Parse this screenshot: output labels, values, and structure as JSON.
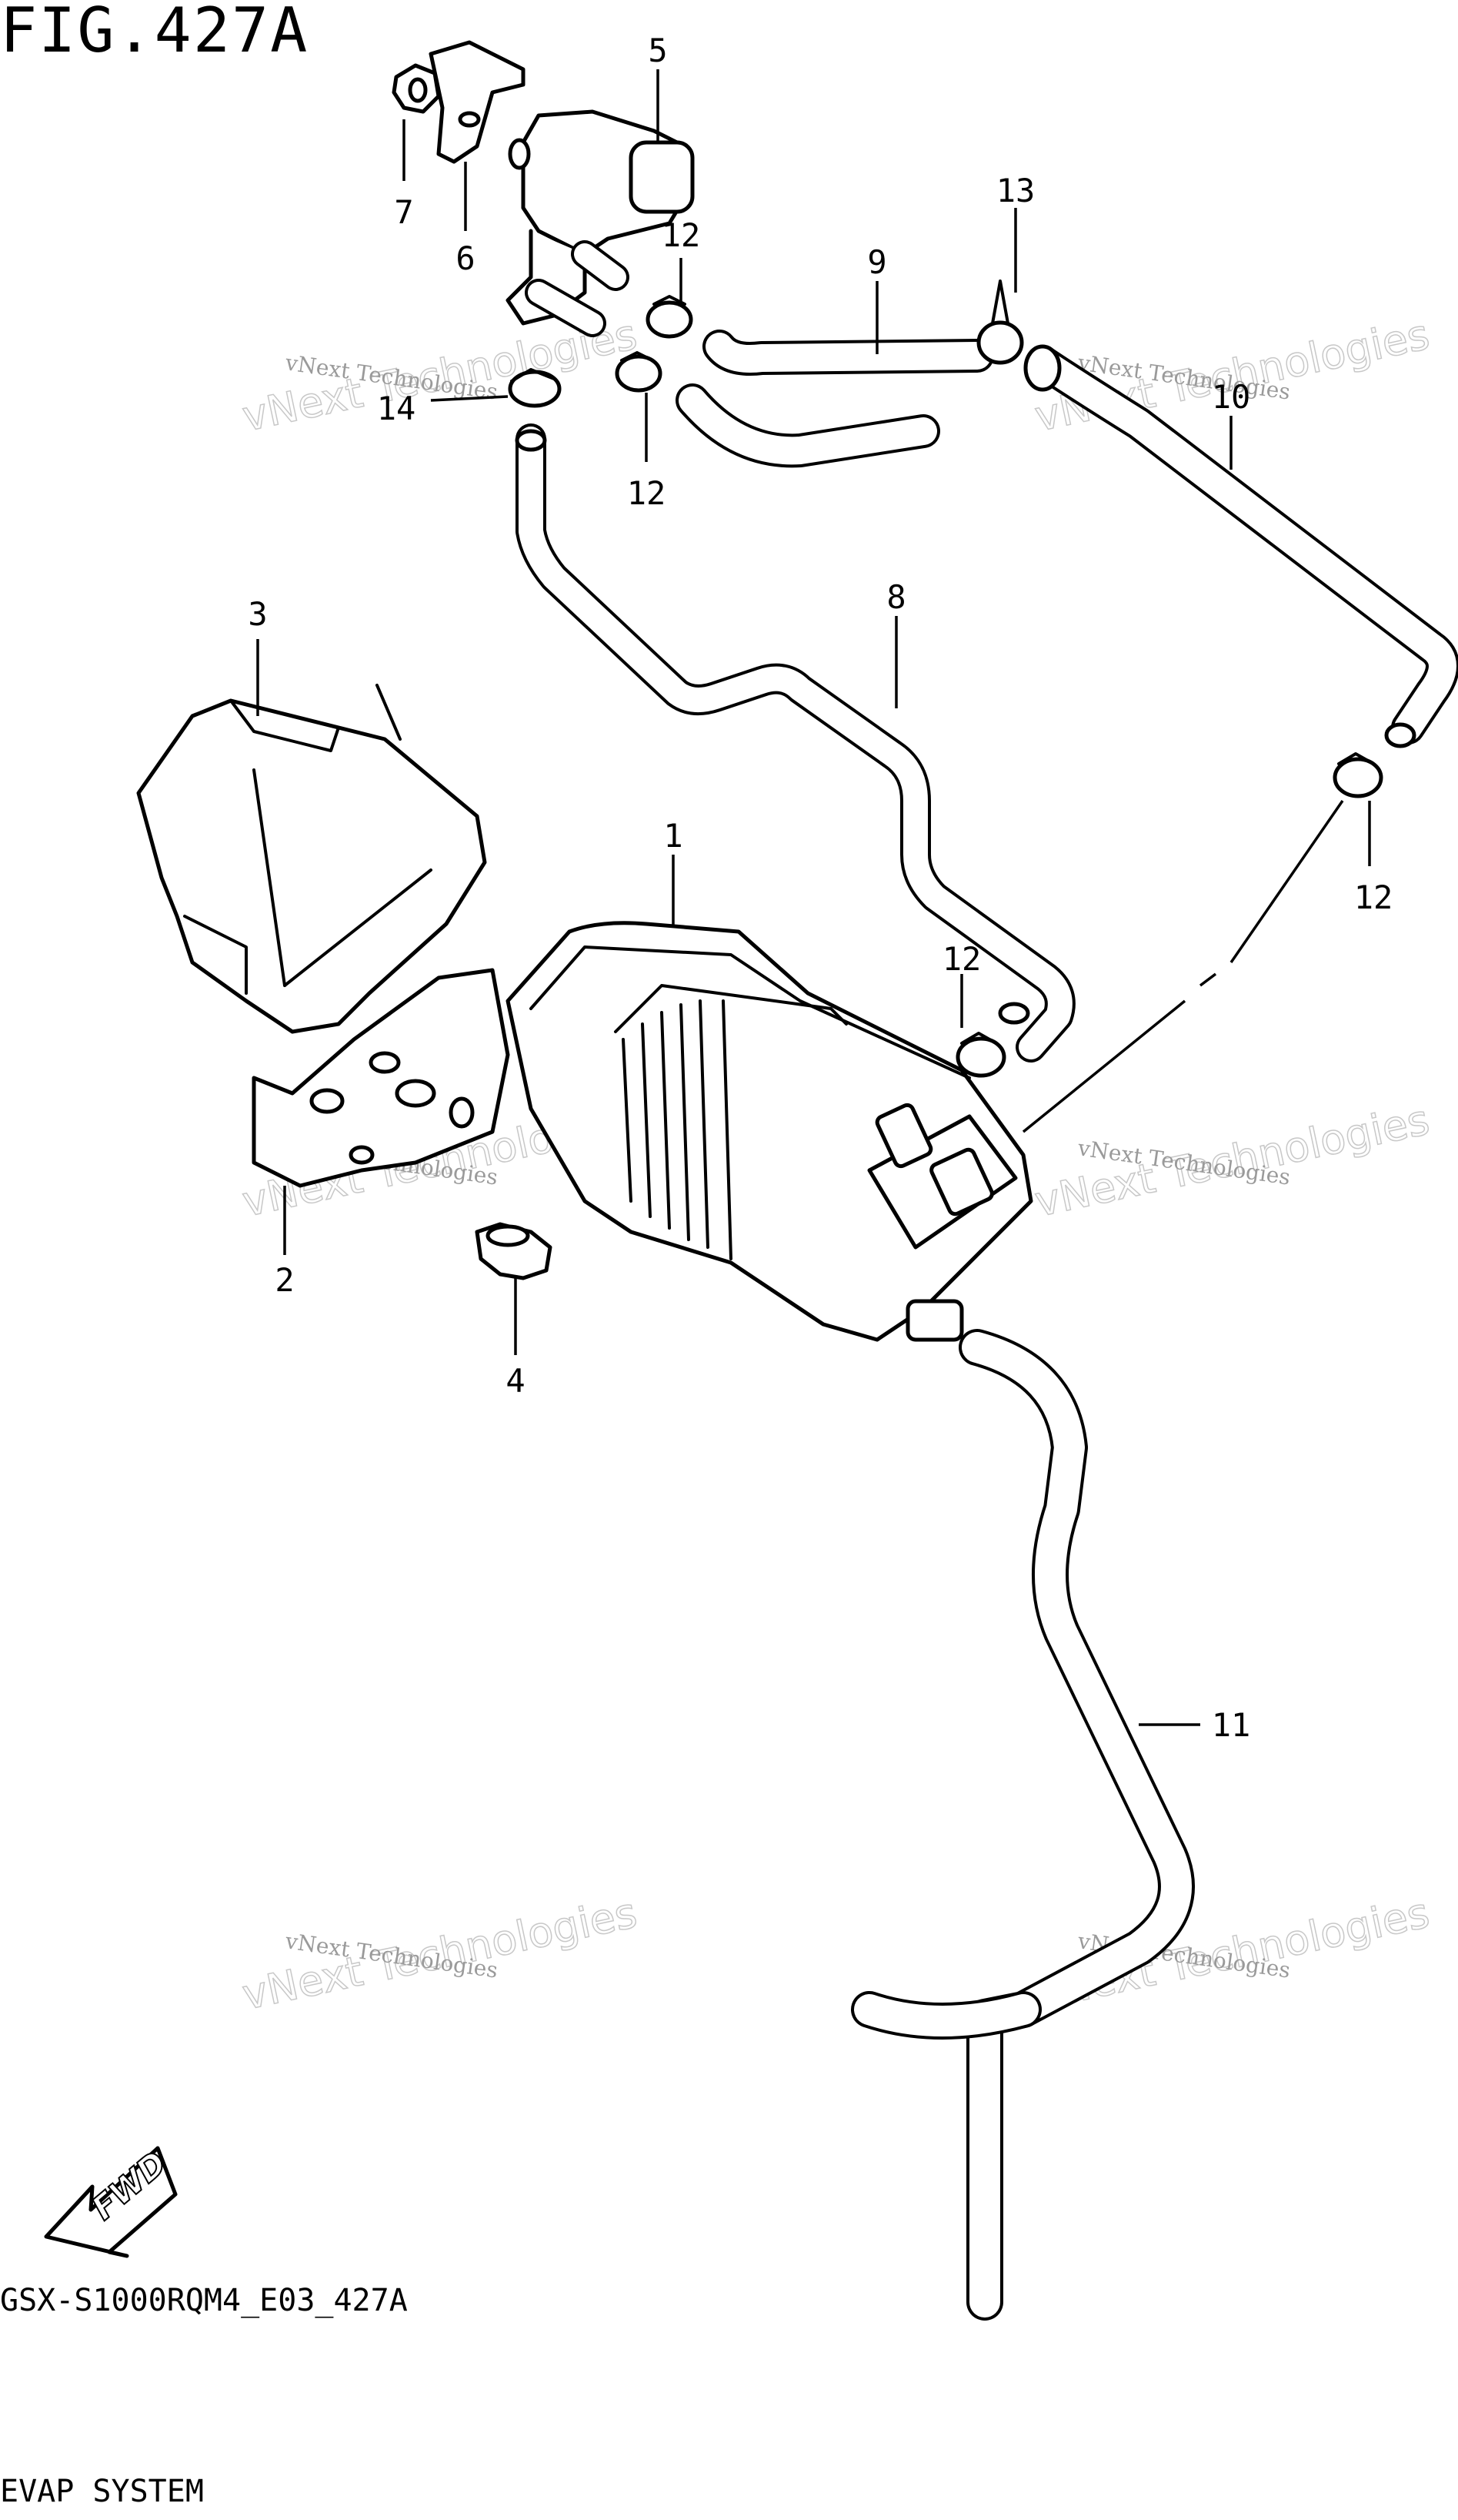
{
  "figure": {
    "title": "FIG.427A",
    "model_code": "GSX-S1000RQM4_E03_427A",
    "name": "EVAP SYSTEM"
  },
  "fwd_label": "FWD",
  "watermark": {
    "line1": "vNext Technologies",
    "line2": "vNext Technologies"
  },
  "callouts": {
    "c1": "1",
    "c2": "2",
    "c3": "3",
    "c4": "4",
    "c5": "5",
    "c6": "6",
    "c7": "7",
    "c8": "8",
    "c9": "9",
    "c10": "10",
    "c11": "11",
    "c12a": "12",
    "c12b": "12",
    "c12c": "12",
    "c12d": "12",
    "c13": "13",
    "c14": "14"
  }
}
